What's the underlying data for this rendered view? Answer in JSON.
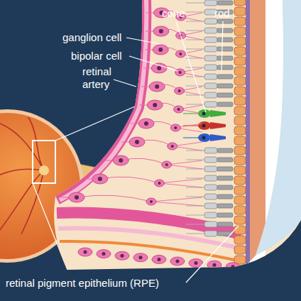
{
  "diagram": {
    "labels": [
      "cone",
      "rod",
      "ganglion cell",
      "bipolar cell",
      "retinal artery",
      "retinal pigment epithelium (RPE)"
    ]
  }
}
